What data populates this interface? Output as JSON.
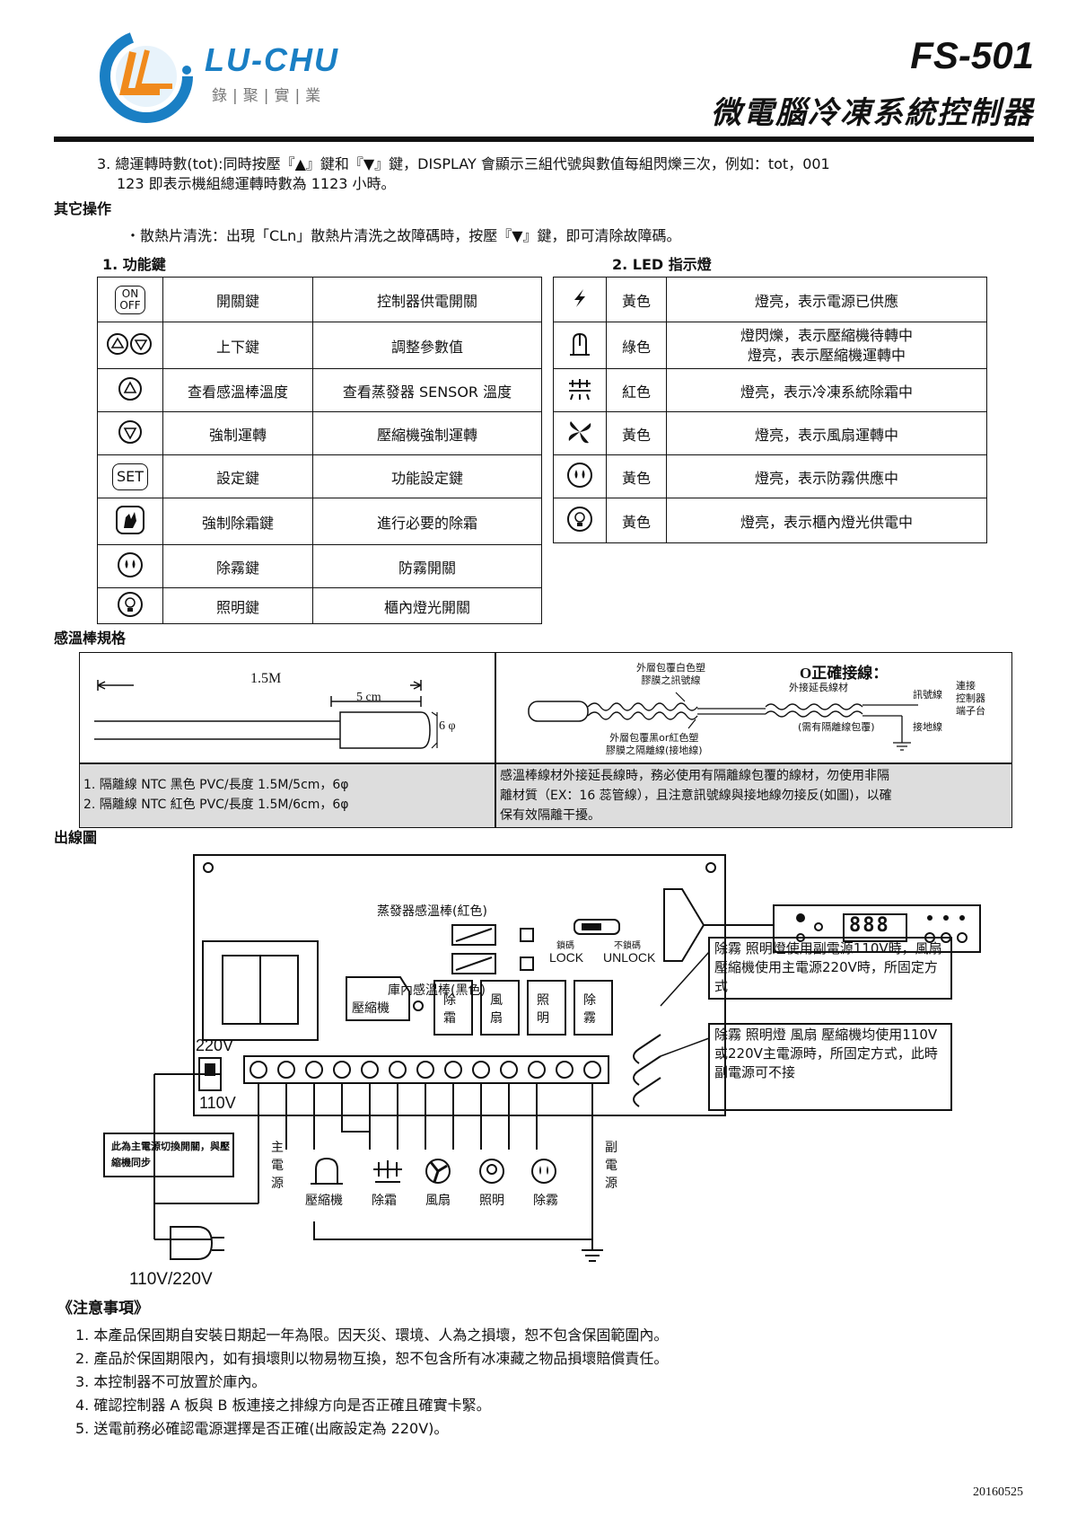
{
  "header": {
    "brand": "LU-CHU",
    "brand_sub": "錄|聚|實|業",
    "model": "FS-501",
    "title": "微電腦冷凍系統控制器"
  },
  "intro": {
    "item3_line1": "3. 總運轉時數(tot):同時按壓『▲』鍵和『▼』鍵，DISPLAY 會顯示三組代號與數值每組閃爍三次，例如：tot，001",
    "item3_line2": "123 即表示機組總運轉時數為 1123 小時。",
    "other_heading": "其它操作",
    "other_line": "・散熱片清洗：出現「CLn」散熱片清洗之故障碼時，按壓『▼』鍵，即可清除故障碼。"
  },
  "function_keys": {
    "heading": "1. 功能鍵",
    "rows": [
      {
        "icon": "on-off-icon",
        "icon_text": "ON OFF",
        "name": "開關鍵",
        "desc": "控制器供電開關"
      },
      {
        "icon": "up-down-icon",
        "icon_text": "",
        "name": "上下鍵",
        "desc": "調整參數值"
      },
      {
        "icon": "up-icon",
        "icon_text": "",
        "name": "查看感溫棒溫度",
        "desc": "查看蒸發器 SENSOR 溫度"
      },
      {
        "icon": "down-icon",
        "icon_text": "",
        "name": "強制運轉",
        "desc": "壓縮機強制運轉"
      },
      {
        "icon": "set-icon",
        "icon_text": "SET",
        "name": "設定鍵",
        "desc": "功能設定鍵"
      },
      {
        "icon": "defrost-hand-icon",
        "icon_text": "",
        "name": "強制除霜鍵",
        "desc": "進行必要的除霜"
      },
      {
        "icon": "anti-fog-icon",
        "icon_text": "",
        "name": "除霧鍵",
        "desc": "防霧開關"
      },
      {
        "icon": "light-icon",
        "icon_text": "",
        "name": "照明鍵",
        "desc": "櫃內燈光開關"
      }
    ]
  },
  "led": {
    "heading": "2. LED 指示燈",
    "rows": [
      {
        "icon": "power-icon",
        "color": "黃色",
        "desc1": "燈亮，表示電源已供應",
        "desc2": ""
      },
      {
        "icon": "compressor-icon",
        "color": "綠色",
        "desc1": "燈閃爍，表示壓縮機待轉中",
        "desc2": "燈亮，表示壓縮機運轉中"
      },
      {
        "icon": "defrost-icon",
        "color": "紅色",
        "desc1": "燈亮，表示冷凍系統除霜中",
        "desc2": ""
      },
      {
        "icon": "fan-icon",
        "color": "黃色",
        "desc1": "燈亮，表示風扇運轉中",
        "desc2": ""
      },
      {
        "icon": "anti-fog-icon",
        "color": "黃色",
        "desc1": "燈亮，表示防霧供應中",
        "desc2": ""
      },
      {
        "icon": "light-icon",
        "color": "黃色",
        "desc1": "燈亮，表示櫃內燈光供電中",
        "desc2": ""
      }
    ]
  },
  "sensor_spec": {
    "heading": "感溫棒規格",
    "length": "1.5M",
    "tip": "5 cm",
    "diameter": "6 φ",
    "correct_wiring": "O正確接線：",
    "label_outer_white": "外層包覆白色塑",
    "label_outer_white2": "膠膜之訊號線",
    "label_ext": "外接延長線材",
    "label_ext2": "(需有隔離線包覆)",
    "label_signal": "訊號線",
    "label_ground": "接地線",
    "label_connect": "連接",
    "label_connect2": "控制器",
    "label_connect3": "端子台",
    "label_outer_black": "外層包覆黑or紅色塑",
    "label_outer_black2": "膠膜之隔離線(接地線)",
    "note1": "1. 隔離線 NTC 黑色 PVC/長度 1.5M/5cm，6φ",
    "note2": "2. 隔離線 NTC 紅色 PVC/長度 1.5M/6cm，6φ",
    "warn1": "感溫棒線材外接延長線時，務必使用有隔離線包覆的線材，勿使用非隔",
    "warn2": "離材質（EX：16 蕊管線），且注意訊號線與接地線勿接反(如圖)，以確",
    "warn3": "保有效隔離干擾。"
  },
  "wiring": {
    "heading": "出線圖",
    "evap_sensor": "蒸發器感溫棒(紅色)",
    "cab_sensor": "庫內感溫棒(黑色)",
    "lock_top": "鎖碼",
    "unlock_top": "不鎖碼",
    "lock": "LOCK",
    "unlock": "UNLOCK",
    "compressor": "壓縮機",
    "relay1": "除霜",
    "relay2": "風扇",
    "relay3": "照明",
    "relay4": "除霧",
    "v220": "220V",
    "v110": "110V",
    "switch_note": "此為主電源切換開關，與壓縮機同步",
    "main_power": "主電源",
    "sub_power": "副電源",
    "load1": "壓縮機",
    "load2": "除霜",
    "load3": "風扇",
    "load4": "照明",
    "load5": "除霧",
    "plug": "110V/220V",
    "box1": "除霧 照明燈使用副電源110V時，風扇　壓縮機使用主電源220V時，所固定方式",
    "box2": "除霧 照明燈 風扇 壓縮機均使用110V或220V主電源時，所固定方式，此時副電源可不接",
    "display": "888"
  },
  "notes": {
    "heading": "《注意事項》",
    "items": [
      "1. 本產品保固期自安裝日期起一年為限。因天災、環境、人為之損壞，恕不包含保固範圍內。",
      "2. 產品於保固期限內，如有損壞則以物易物互換，恕不包含所有冰凍藏之物品損壞賠償責任。",
      "3. 本控制器不可放置於庫內。",
      "4. 確認控制器 A 板與 B 板連接之排線方向是否正確且確實卡緊。",
      "5. 送電前務必確認電源選擇是否正確(出廠設定為 220V)。"
    ]
  },
  "footer": {
    "date": "20160525"
  },
  "colors": {
    "brand_blue": "#1a7fc4",
    "brand_orange": "#f08a1c",
    "note_bg": "#dddddd"
  }
}
